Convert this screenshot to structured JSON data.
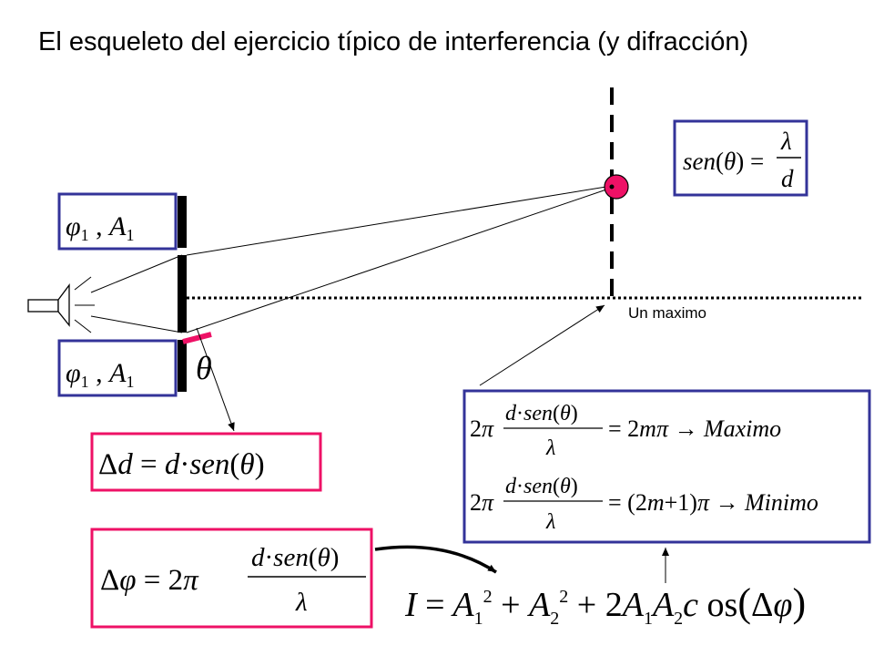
{
  "title": "El esqueleto del ejercicio típico de interferencia (y difracción)",
  "label_maximo": "Un maximo",
  "colors": {
    "box_blue": "#333399",
    "box_pink": "#ee1166",
    "dot": "#ee1166",
    "ink": "#000000"
  },
  "icons": {
    "source": "speaker-icon",
    "maximum_marker": "dot-icon"
  },
  "formulas": {
    "source_top": "φ₁ , A₁",
    "source_bottom": "φ₁ , A₁",
    "angle": "θ",
    "path_difference": "Δd = d·sen(θ)",
    "phase_difference": "Δφ = 2π d·sen(θ) / λ",
    "max_condition": "sen(θ) = λ / d",
    "maximo_line": "2π d·sen(θ)/λ = 2mπ → Maximo",
    "minimo_line": "2π d·sen(θ)/λ = (2m+1)π → Minimo",
    "intensity": "I = A₁² + A₂² + 2A₁A₂cos(Δφ)"
  }
}
